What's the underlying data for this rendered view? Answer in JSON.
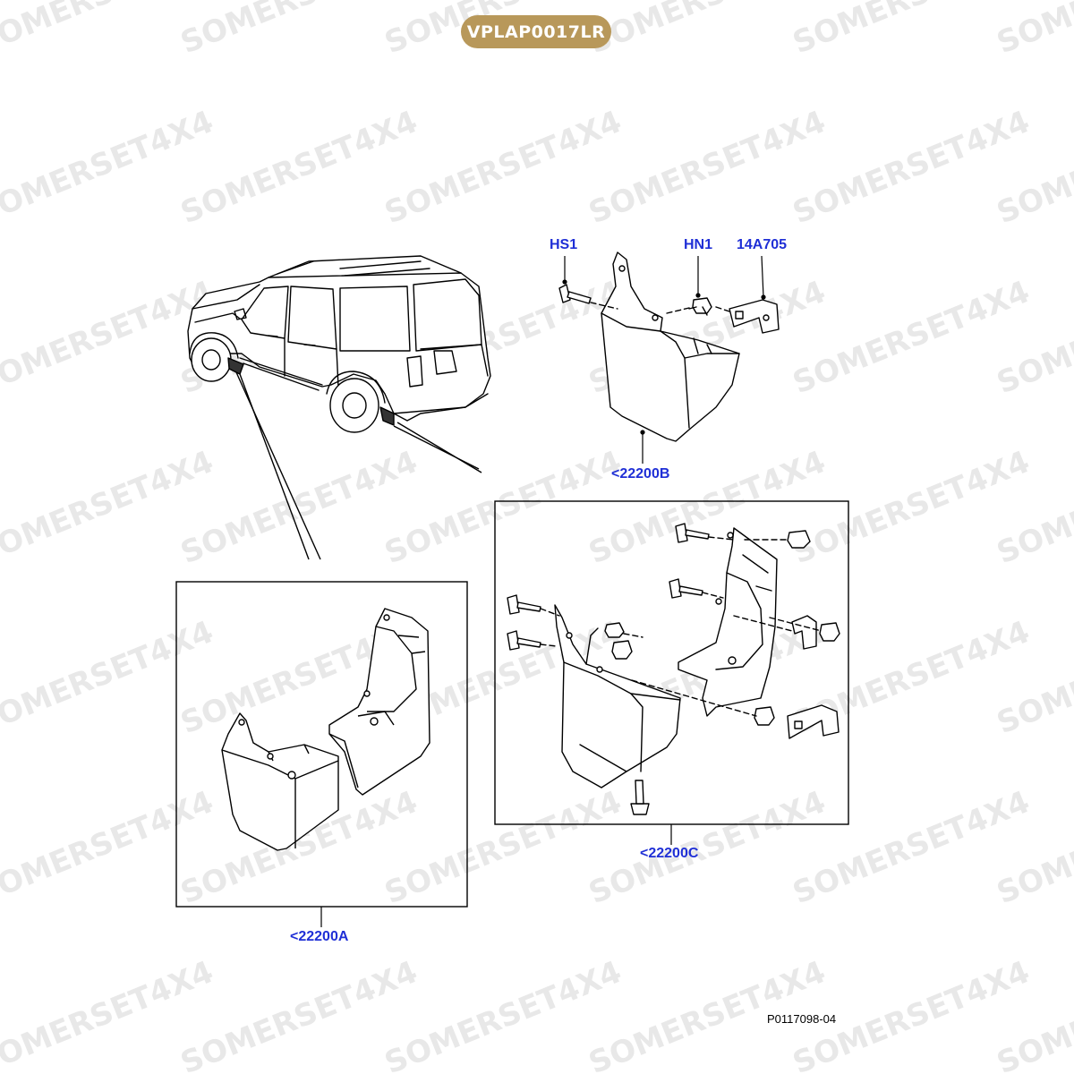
{
  "header": {
    "badge_label": "VPLAP0017LR",
    "badge_color": "#b8985a"
  },
  "watermark": {
    "text": "SOMERSET4X4",
    "color": "#e8e8e8"
  },
  "callouts": {
    "color": "#1f2fd6",
    "hs1": "HS1",
    "hn1": "HN1",
    "bracket": "14A705",
    "kit_b": "<22200B",
    "kit_a": "<22200A",
    "kit_c": "<22200C"
  },
  "figure_number": "P0117098-04"
}
